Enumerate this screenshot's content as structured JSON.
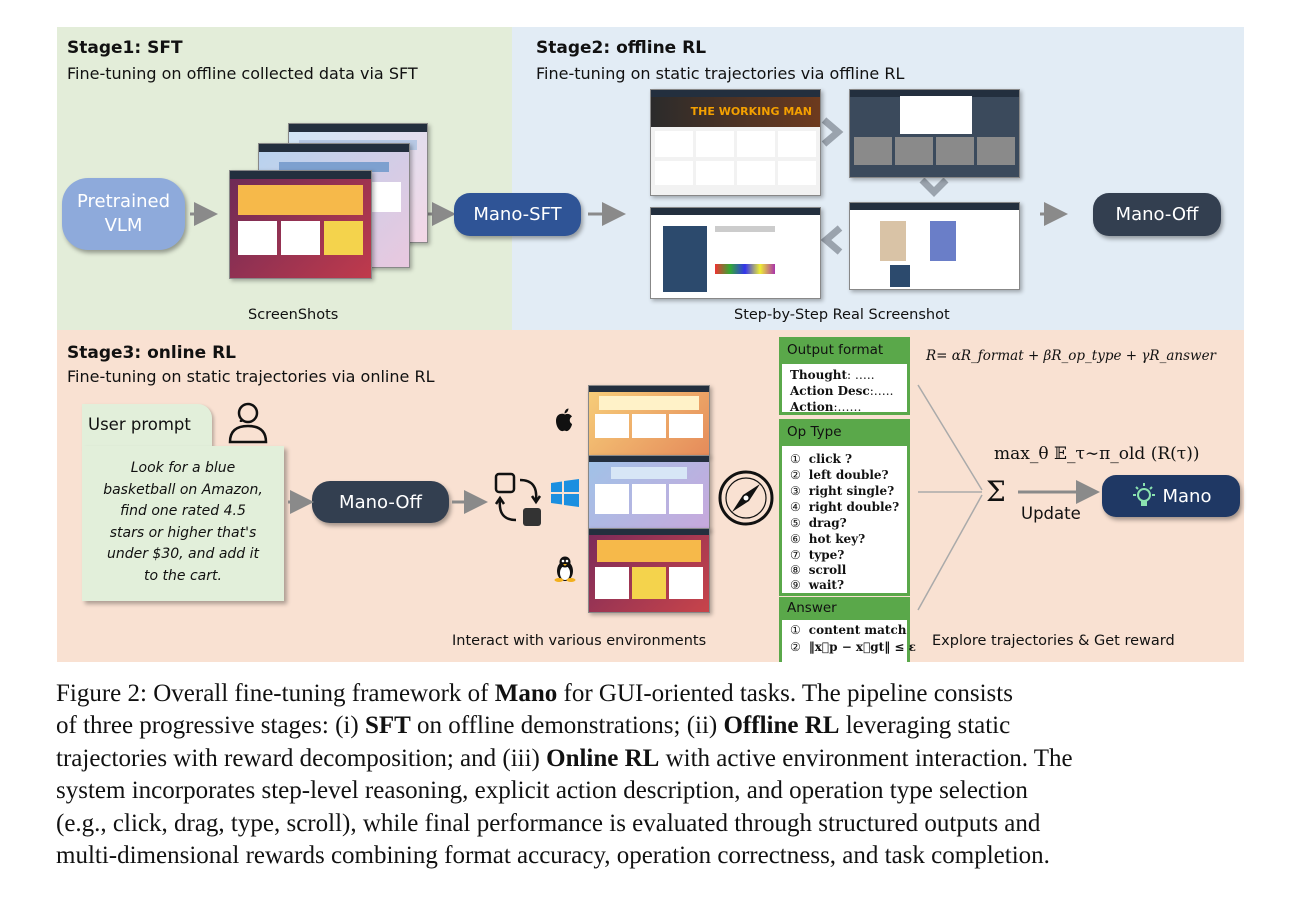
{
  "stage1": {
    "title": "Stage1: SFT",
    "subtitle": "Fine-tuning on offline collected data via SFT",
    "pretrained": "Pretrained VLM",
    "pretrained_l1": "Pretrained",
    "pretrained_l2": "VLM",
    "model": "Mano-SFT",
    "screens_label": "ScreenShots"
  },
  "stage2": {
    "title": "Stage2: offline RL",
    "subtitle": "Fine-tuning on static trajectories via offline RL",
    "model": "Mano-Off",
    "screens_label": "Step-by-Step Real Screenshot",
    "banner": "THE WORKING MAN"
  },
  "stage3": {
    "title": "Stage3: online RL",
    "subtitle": "Fine-tuning on static trajectories via online RL",
    "user_prompt_label": "User prompt",
    "user_prompt_text": "Look for a blue basketball on Amazon, find one rated 4.5 stars or higher that's under $30, and add it to the cart.",
    "prompt_lines": [
      "Look for a blue",
      "basketball on Amazon,",
      "find one rated 4.5",
      "stars or higher that's",
      "under $30, and add it",
      "to the cart."
    ],
    "model": "Mano-Off",
    "env_label": "Interact with various environments",
    "explore_label": "Explore trajectories & Get reward",
    "output_format": {
      "header": "Output format",
      "lines": [
        {
          "k": "Thought",
          "v": ": ….."
        },
        {
          "k": "Action Desc",
          "v": ":….."
        },
        {
          "k": "Action",
          "v": ":……"
        }
      ]
    },
    "op_type": {
      "header": "Op Type",
      "items": [
        {
          "n": "①",
          "t": "click ?"
        },
        {
          "n": "②",
          "t": "left double?"
        },
        {
          "n": "③",
          "t": "right single?"
        },
        {
          "n": "④",
          "t": "right double?"
        },
        {
          "n": "⑤",
          "t": "drag?"
        },
        {
          "n": "⑥",
          "t": "hot key?"
        },
        {
          "n": "⑦",
          "t": "type?"
        },
        {
          "n": "⑧",
          "t": "scroll"
        },
        {
          "n": "⑨",
          "t": "wait?"
        }
      ]
    },
    "answer": {
      "header": "Answer",
      "items": [
        {
          "n": "①",
          "t": "content match"
        },
        {
          "n": "②",
          "t": "‖x⃗p − x⃗gt‖ ≤ ε"
        }
      ]
    },
    "reward_formula": "R= αR_format + βR_op_type + γR_answer",
    "objective": "max_θ 𝔼_τ∼π_old (R(τ))",
    "sigma": "Σ",
    "update_label": "Update",
    "final_model": "Mano"
  },
  "caption": {
    "line1_a": "Figure 2: Overall fine-tuning framework of ",
    "line1_b": "Mano",
    "line1_c": " for GUI-oriented tasks. The pipeline consists",
    "line2_a": "of three progressive stages: (i) ",
    "line2_b": "SFT",
    "line2_c": " on offline demonstrations; (ii) ",
    "line2_d": "Offline RL",
    "line2_e": " leveraging static",
    "line3_a": "trajectories with reward decomposition; and (iii) ",
    "line3_b": "Online RL",
    "line3_c": " with active environment interaction. The",
    "line4": "system incorporates step-level reasoning, explicit action description, and operation type selection",
    "line5": "(e.g., click, drag, type, scroll), while final performance is evaluated through structured outputs and",
    "line6": "multi-dimensional rewards combining format accuracy, operation correctness, and task completion."
  },
  "colors": {
    "stage1_bg": "#e3edd9",
    "stage2_bg": "#e2ecf5",
    "stage3_bg": "#f9e1d2",
    "pretrained_pill": "#8eaadb",
    "model_pill": "#2f5496",
    "off_pill": "#333f50",
    "mano_pill": "#1f3864",
    "green": "#5aa84a"
  }
}
